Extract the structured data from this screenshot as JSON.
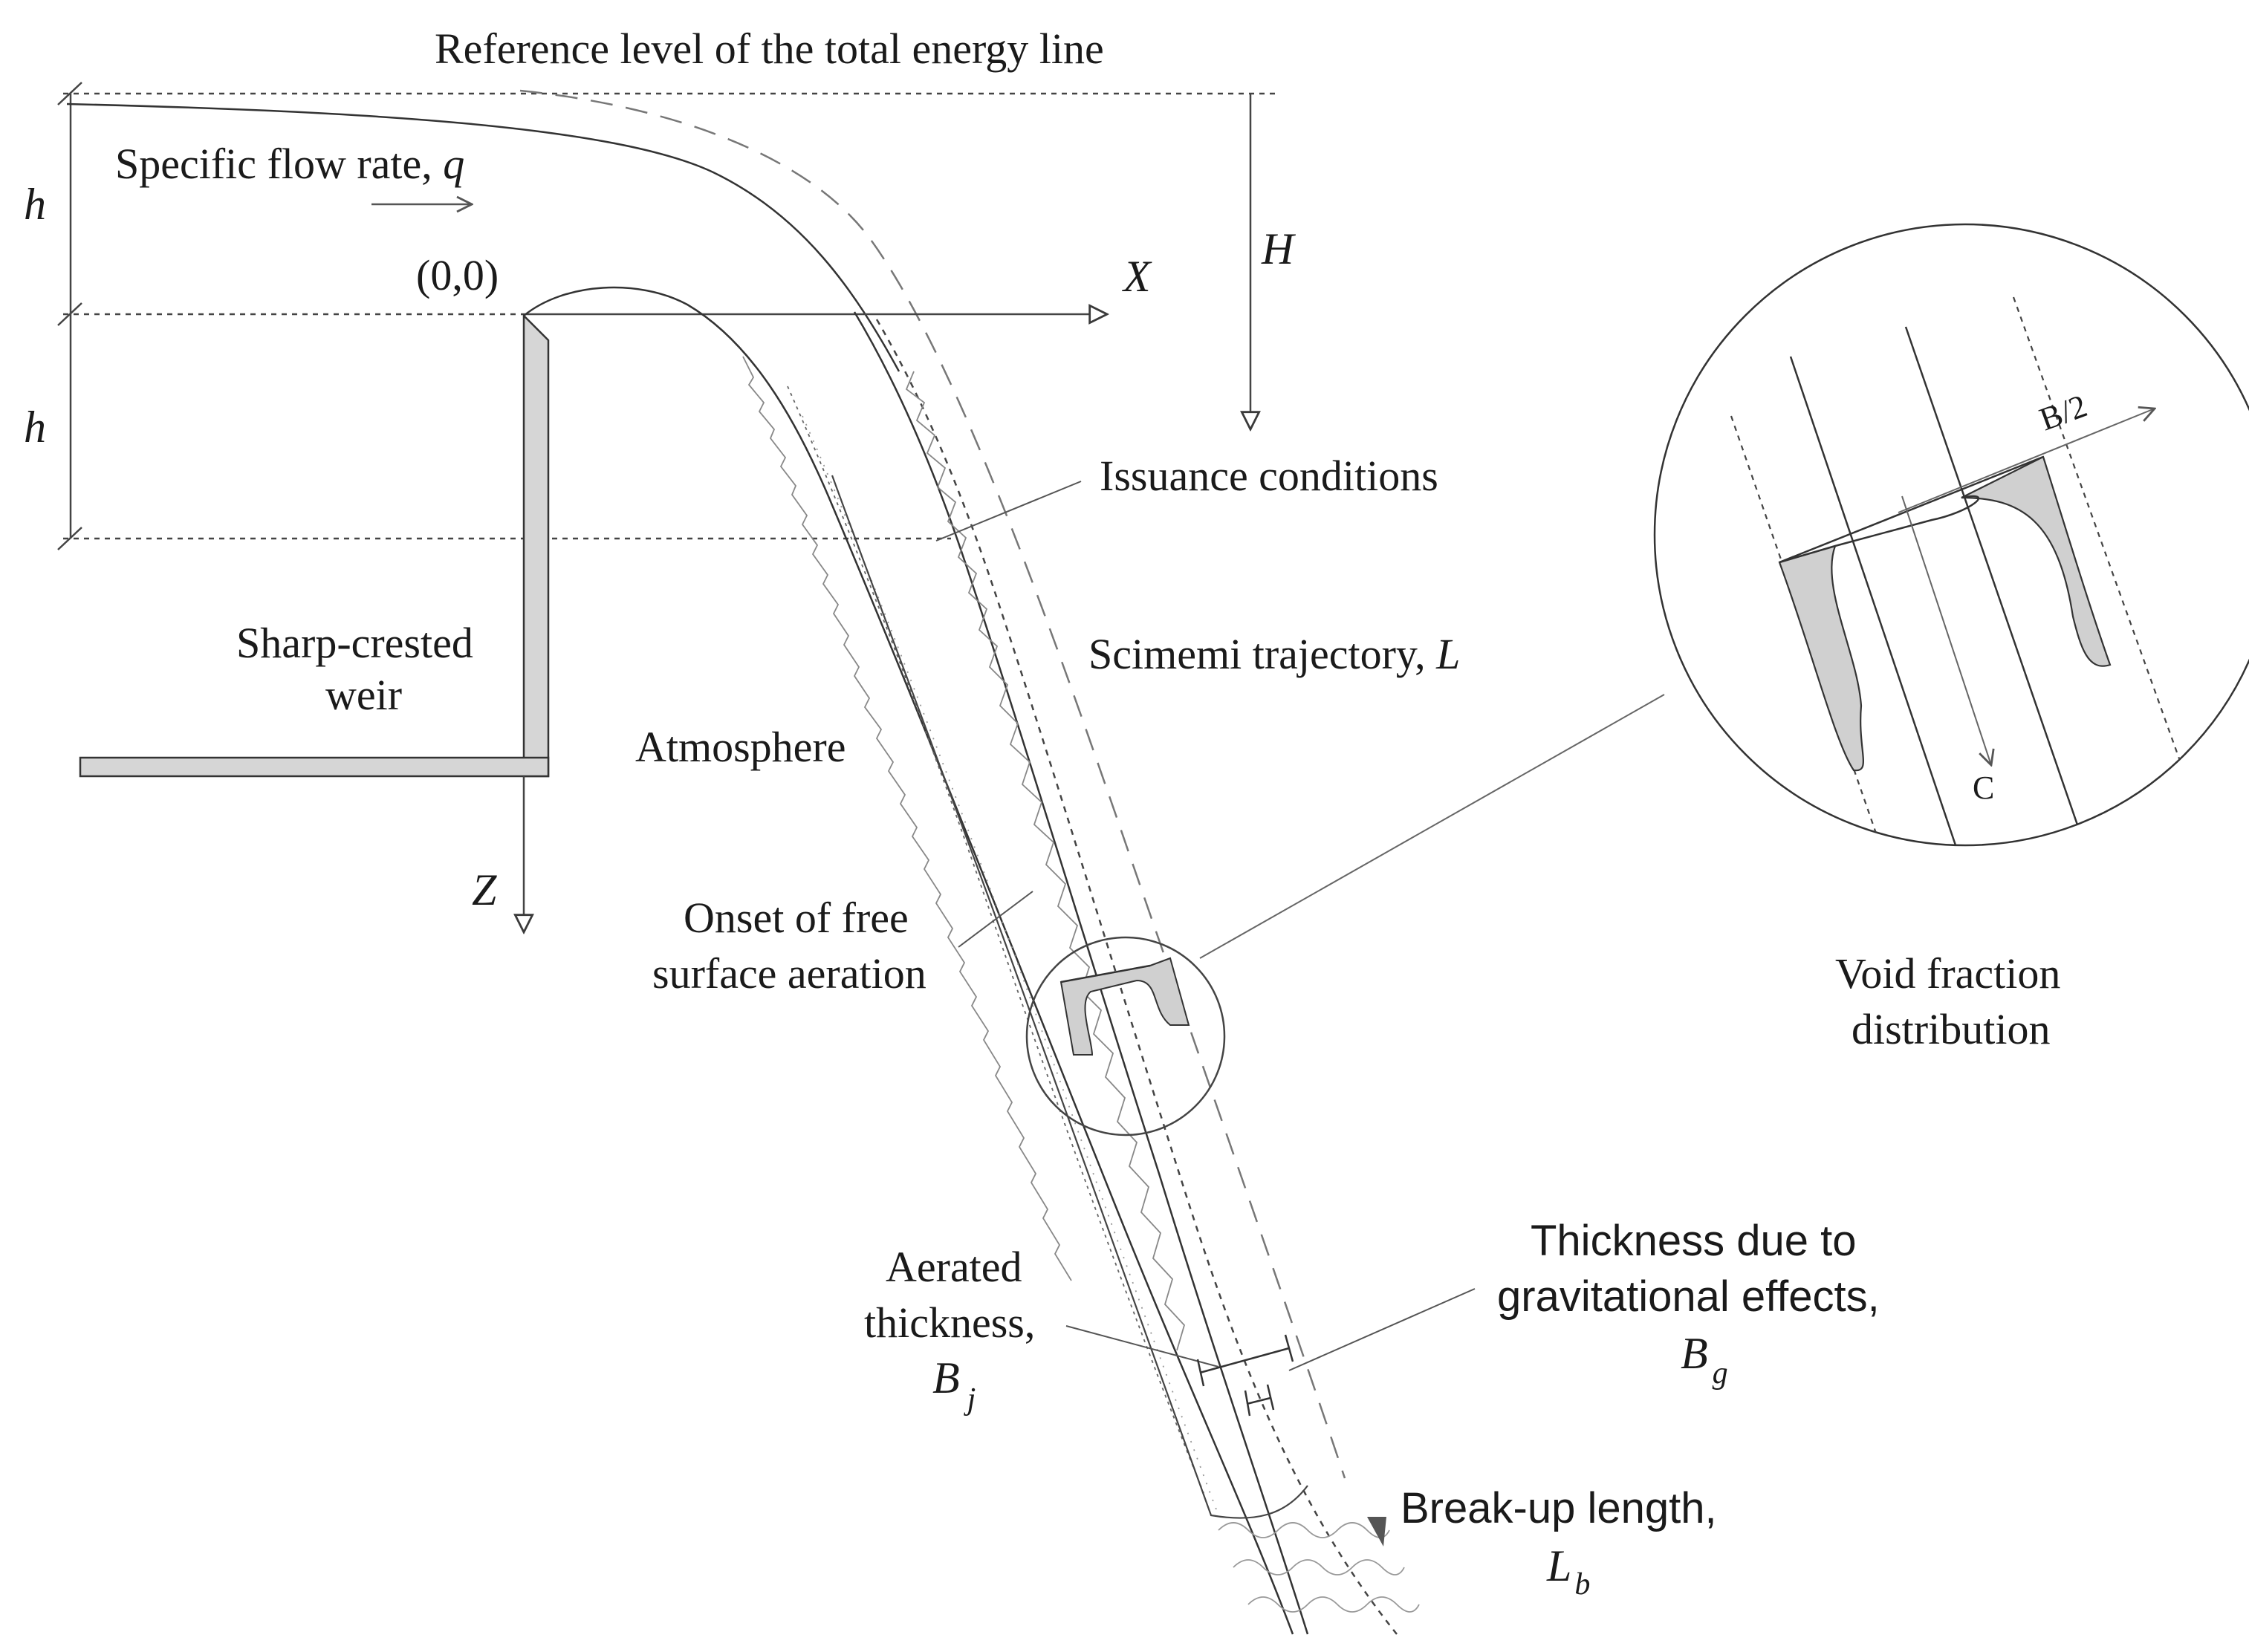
{
  "labels": {
    "reference_level": "Reference level of the total energy line",
    "specific_flow_rate": "Specific flow rate, ",
    "specific_flow_rate_symbol": "q",
    "origin": "(0,0)",
    "x_axis": "X",
    "z_axis": "Z",
    "h_upper": "h",
    "h_lower": "h",
    "H": "H",
    "issuance_conditions": "Issuance conditions",
    "sharp_crested_line1": "Sharp-crested",
    "sharp_crested_line2": "weir",
    "atmosphere": "Atmosphere",
    "scimemi": "Scimemi trajectory, ",
    "scimemi_symbol": "L",
    "onset_line1": "Onset of free",
    "onset_line2": "surface aeration",
    "void_line1": "Void fraction",
    "void_line2": "distribution",
    "b_half": "B/2",
    "c_axis": "C",
    "aerated_line1": "Aerated",
    "aerated_line2": "thickness,",
    "aerated_symbol": "B",
    "aerated_sub": "j",
    "gravitational_line1": "Thickness due to",
    "gravitational_line2": "gravitational effects,",
    "gravitational_symbol": "B",
    "gravitational_sub": "g",
    "breakup_line1": "Break-up length,",
    "breakup_symbol": "L",
    "breakup_sub": "b"
  },
  "colors": {
    "line": "#3a3a3a",
    "weir_fill": "#d6d6d6",
    "aeration_fill": "#d0d0d0",
    "dashed": "#777777"
  }
}
